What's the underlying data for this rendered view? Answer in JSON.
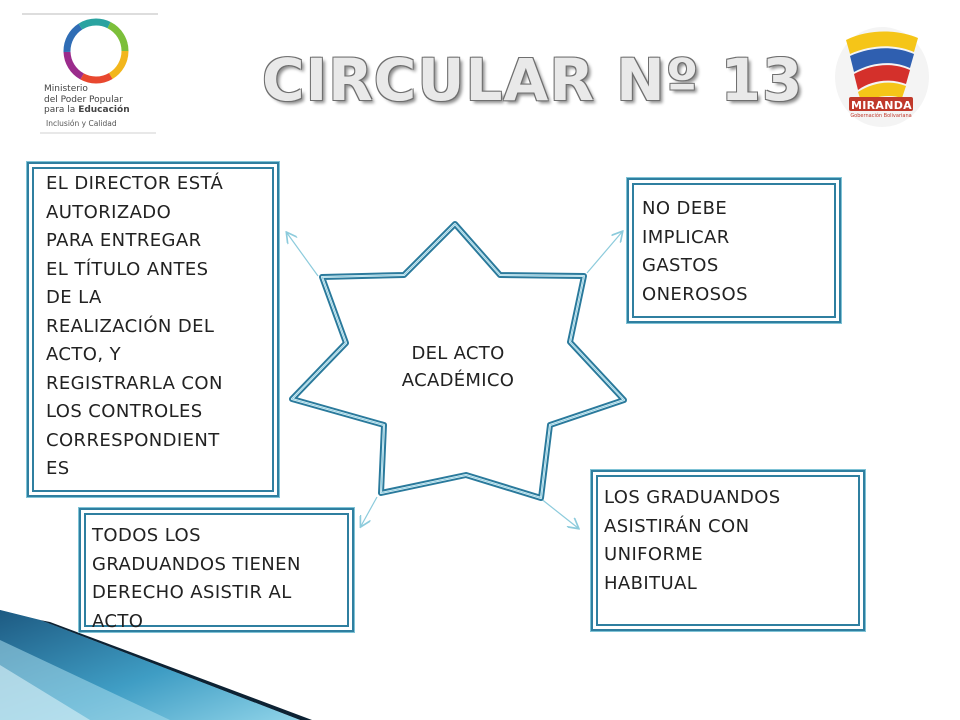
{
  "slide": {
    "title": "CIRCULAR Nº 13"
  },
  "logos": {
    "left": {
      "line1": "Ministerio",
      "line2": "del Poder Popular",
      "line3_prefix": "para la ",
      "line3_bold": "Educación",
      "subtitle": "Inclusión y Calidad"
    },
    "right": {
      "name": "MIRANDA",
      "subtitle": "Gobernación Bolivariana"
    }
  },
  "diagram": {
    "center": {
      "line1": "DEL ACTO",
      "line2": "ACADÉMICO"
    },
    "boxes": {
      "director": {
        "lines": [
          "EL DIRECTOR ESTÁ",
          "AUTORIZADO",
          "PARA ENTREGAR",
          "EL TÍTULO ANTES",
          "DE LA",
          "REALIZACIÓN DEL",
          "ACTO, Y",
          "REGISTRARLA CON",
          "LOS CONTROLES",
          "CORRESPONDIENT",
          "ES"
        ]
      },
      "gastos": {
        "lines": [
          "NO DEBE",
          "IMPLICAR",
          "GASTOS",
          "ONEROSOS"
        ]
      },
      "uniforme": {
        "lines": [
          "LOS GRADUANDOS",
          "ASISTIRÁN CON",
          "UNIFORME",
          "HABITUAL"
        ]
      },
      "derecho": {
        "lines": [
          "TODOS LOS",
          "GRADUANDOS TIENEN",
          "DERECHO ASISTIR AL",
          "ACTO"
        ]
      }
    }
  },
  "colors": {
    "star_border": "#2a7a9c",
    "box_border": "#2f7fa0",
    "arrow": "#8ccbdc",
    "wedge_dark": "#1f5f86",
    "wedge_light": "#6fbfda"
  }
}
